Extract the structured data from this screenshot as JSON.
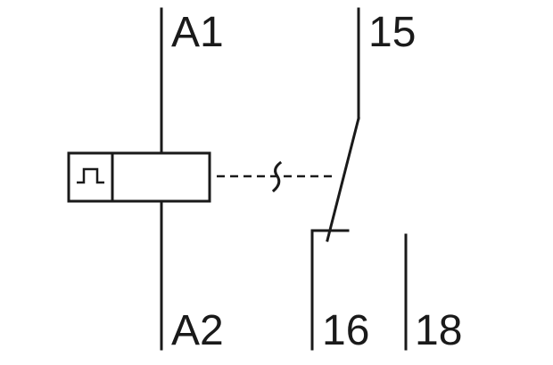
{
  "terminals": {
    "a1": "A1",
    "a2": "A2",
    "t15": "15",
    "t16": "16",
    "t18": "18"
  },
  "icons": {
    "timer_pulse": "pulse-waveform-icon",
    "delay": "time-delay-tilde-icon"
  },
  "colors": {
    "line": "#1a1a1a",
    "background": "#ffffff"
  }
}
